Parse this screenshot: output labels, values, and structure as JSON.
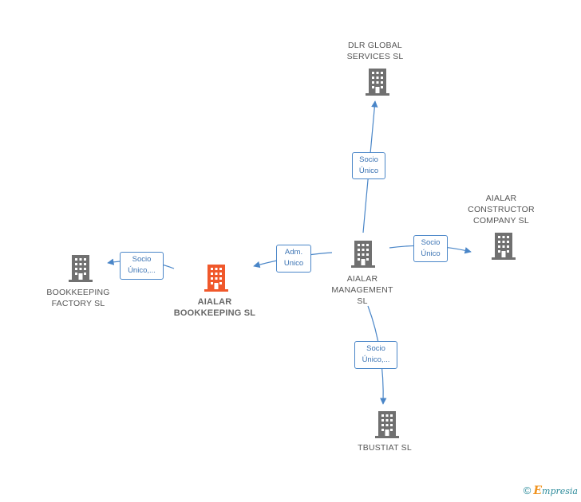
{
  "nodes": {
    "dlr": {
      "label": "DLR GLOBAL\nSERVICES  SL",
      "color": "#707070"
    },
    "constructor": {
      "label": "AIALAR\nCONSTRUCTOR\nCOMPANY  SL",
      "color": "#707070"
    },
    "management": {
      "label": "AIALAR\nMANAGEMENT\nSL",
      "color": "#707070"
    },
    "bookkeeping": {
      "label": "AIALAR\nBOOKKEEPING SL",
      "color": "#f0582b"
    },
    "factory": {
      "label": "BOOKKEEPING\nFACTORY SL",
      "color": "#707070"
    },
    "tbustiat": {
      "label": "TBUSTIAT  SL",
      "color": "#707070"
    }
  },
  "edges": {
    "to_dlr": {
      "label": "Socio\nÚnico"
    },
    "to_constructor": {
      "label": "Socio\nÚnico"
    },
    "to_bookkeeping": {
      "label": "Adm.\nUnico"
    },
    "to_factory": {
      "label": "Socio\nÚnico,..."
    },
    "to_tbustiat": {
      "label": "Socio\nÚnico,..."
    }
  },
  "colors": {
    "edge": "#4a86c8",
    "building": "#707070",
    "highlight": "#f0582b"
  },
  "footer": {
    "copyright": "©",
    "brand_first": "E",
    "brand_rest": "mpresia"
  }
}
